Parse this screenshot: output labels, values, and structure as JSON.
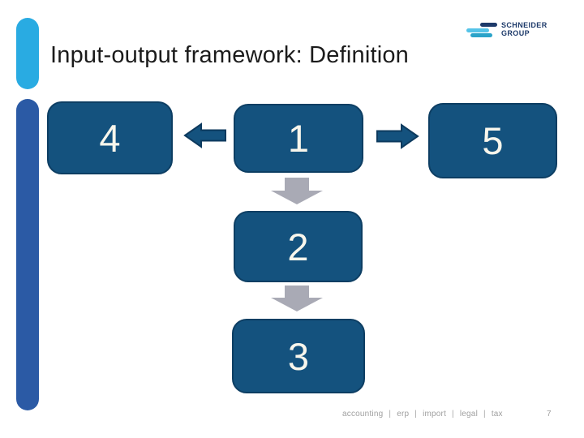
{
  "slide": {
    "title": "Input-output framework: Definition",
    "page_number": "7"
  },
  "logo": {
    "line1": "SCHNEIDER",
    "line2": "GROUP",
    "colors": {
      "navy": "#1d3a6a",
      "light_blue": "#54c3e8",
      "teal": "#2aa3c9"
    }
  },
  "diagram": {
    "boxes": [
      {
        "id": "box-4",
        "label": "4"
      },
      {
        "id": "box-1",
        "label": "1"
      },
      {
        "id": "box-5",
        "label": "5"
      },
      {
        "id": "box-2",
        "label": "2"
      },
      {
        "id": "box-3",
        "label": "3"
      }
    ],
    "connections": [
      {
        "from": "1",
        "to": "4",
        "direction": "left",
        "color": "#14527e"
      },
      {
        "from": "1",
        "to": "5",
        "direction": "right",
        "color": "#14527e"
      },
      {
        "from": "1",
        "to": "2",
        "direction": "down",
        "color": "#a9aab5"
      },
      {
        "from": "2",
        "to": "3",
        "direction": "down",
        "color": "#a9aab5"
      }
    ],
    "box_color": "#14527e",
    "box_text_color": "#f8f6ec"
  },
  "accents": {
    "light_bar_color": "#29abe2",
    "dark_bar_color": "#2b5aa5"
  },
  "footer": {
    "items": [
      "accounting",
      "erp",
      "import",
      "legal",
      "tax"
    ],
    "separator": "|"
  }
}
